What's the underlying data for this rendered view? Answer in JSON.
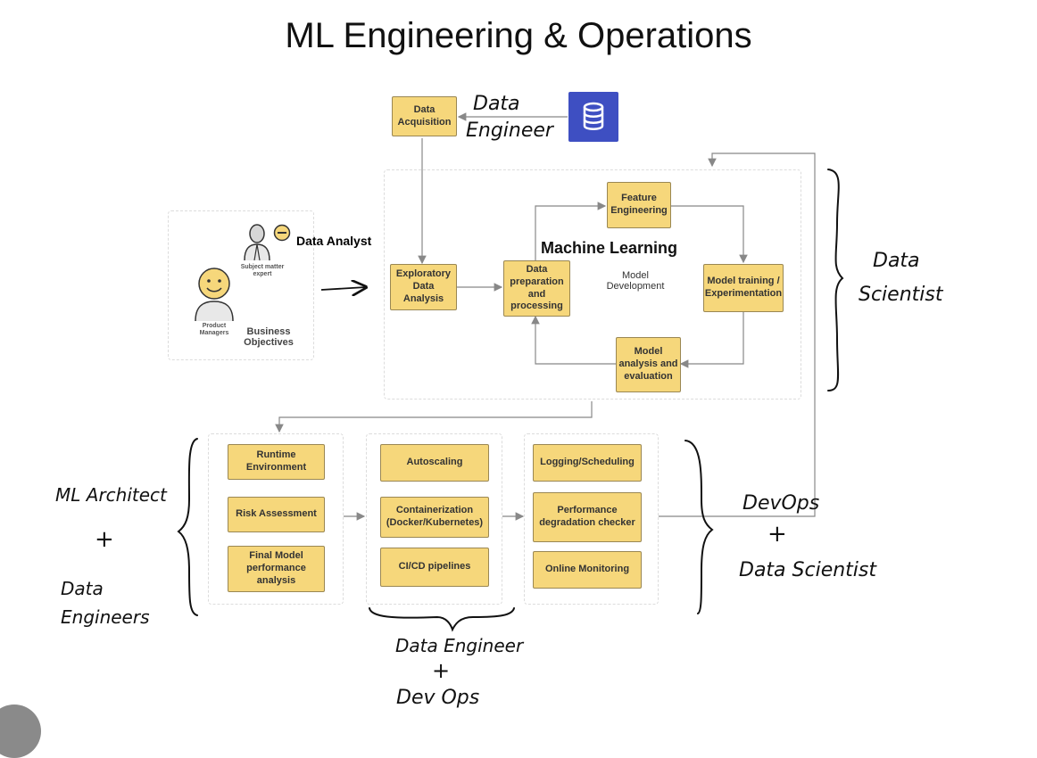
{
  "title": "ML Engineering & Operations",
  "top": {
    "data_acquisition": "Data Acquisition",
    "database_icon": "database-icon",
    "data_engineer_note_1": "Data",
    "data_engineer_note_2": "Engineer"
  },
  "business": {
    "sme_label": "Subject matter expert",
    "pm_label": "Product Managers",
    "objectives": "Business Objectives",
    "data_analyst": "Data Analyst"
  },
  "ml": {
    "heading": "Machine Learning",
    "subheading": "Model Development",
    "eda": "Exploratory Data Analysis",
    "prep": "Data preparation and processing",
    "feature": "Feature Engineering",
    "training": "Model training / Experimentation",
    "evaluation": "Model analysis and evaluation"
  },
  "ops": {
    "col1": [
      "Runtime Environment",
      "Risk Assessment",
      "Final Model performance analysis"
    ],
    "col2": [
      "Autoscaling",
      "Containerization (Docker/Kubernetes)",
      "CI/CD pipelines"
    ],
    "col3": [
      "Logging/Scheduling",
      "Performance degradation checker",
      "Online Monitoring"
    ]
  },
  "notes": {
    "data_scientist_1": "Data",
    "data_scientist_2": "Scientist",
    "ml_architect": "ML Architect",
    "plus": "+",
    "data_engineers_1": "Data",
    "data_engineers_2": "Engineers",
    "devops": "DevOps",
    "data_scientist_bottom": "Data Scientist",
    "de_bottom_1": "Data Engineer",
    "devops_bottom": "Dev Ops"
  }
}
